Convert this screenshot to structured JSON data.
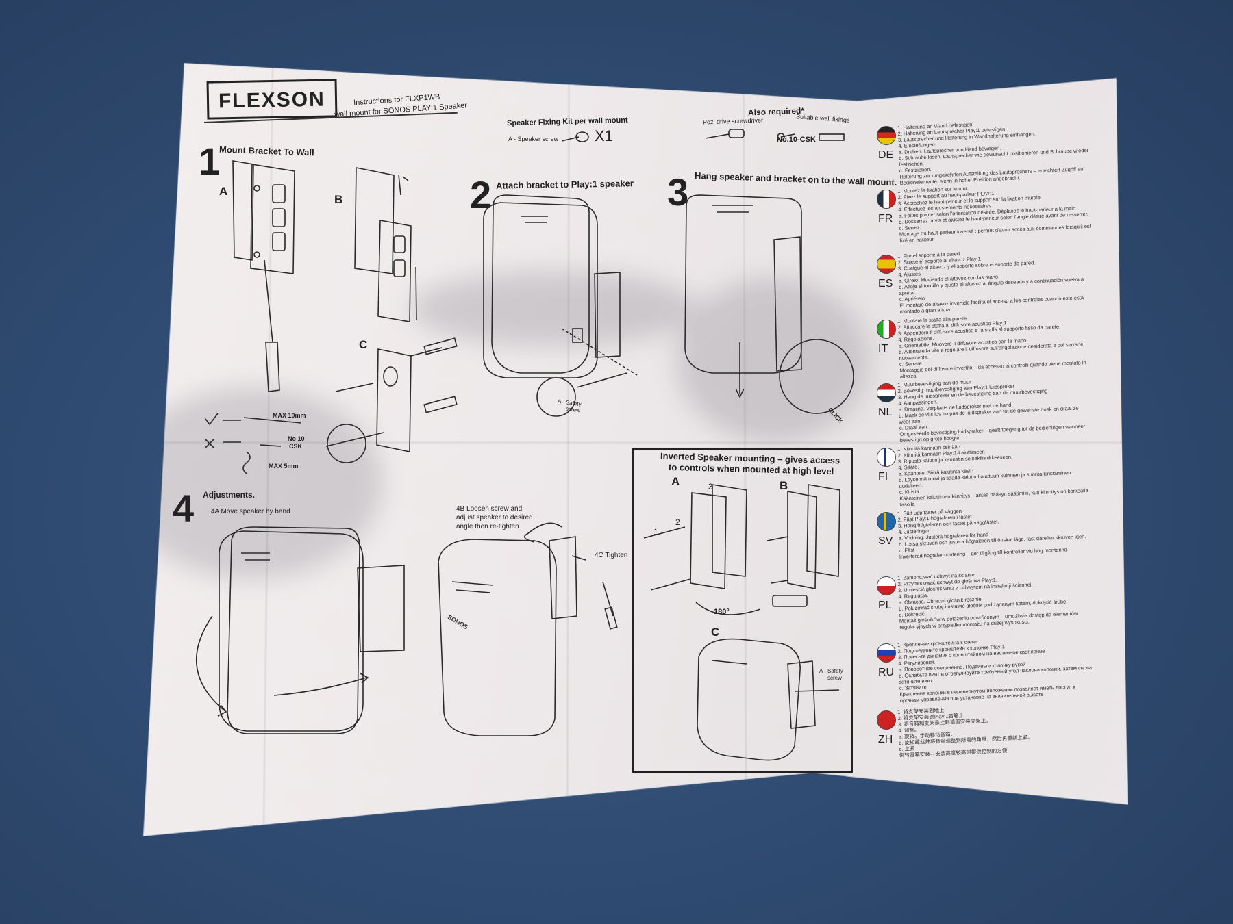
{
  "header": {
    "logo": "FLEXSON",
    "instructions_line1": "Instructions for FLXP1WB",
    "instructions_line2": "wall mount for SONOS PLAY:1 Speaker"
  },
  "kit": {
    "title": "Speaker Fixing Kit per wall mount",
    "item": "A - Speaker screw",
    "qty": "X1"
  },
  "also_required": {
    "title": "Also required*",
    "tool1": "Pozi drive screwdriver",
    "tool2": "Suitable wall fixings",
    "tool3": "No.10-CSK"
  },
  "steps": {
    "s1": {
      "num": "1",
      "title": "Mount Bracket To Wall",
      "a": "A",
      "b": "B",
      "c": "C",
      "max10": "MAX 10mm",
      "no10": "No 10",
      "csk": "CSK",
      "max5": "MAX 5mm"
    },
    "s2": {
      "num": "2",
      "title": "Attach bracket to Play:1 speaker",
      "safety1": "A - Safety",
      "safety2": "screw"
    },
    "s3": {
      "num": "3",
      "title": "Hang speaker and bracket on to the wall mount.",
      "click": "CLICK"
    },
    "s4": {
      "num": "4",
      "title": "Adjustments.",
      "a": "4A Move speaker by hand",
      "b1": "4B Loosen screw and",
      "b2": "adjust speaker to desired",
      "b3": "angle then re-tighten.",
      "c": "4C Tighten",
      "brand": "SONOS"
    }
  },
  "inverted": {
    "title1": "Inverted Speaker mounting – gives access",
    "title2": "to controls when mounted at high level",
    "a": "A",
    "b": "B",
    "c": "C",
    "deg": "180°",
    "n1": "1",
    "n2": "2",
    "n3": "3",
    "safety1": "A - Safety",
    "safety2": "screw"
  },
  "languages": [
    {
      "code": "DE",
      "lines": "1. Halterung an Wand befestigen.\n2. Halterung an Lautsprecher Play:1 befestigen.\n3. Lautsprecher und Halterung in Wandhalterung einhängen.\n4. Einstellungen\na. Drehen. Lautsprecher von Hand bewegen.\nb. Schraube lösen, Lautsprecher wie gewünscht positionieren und Schraube wieder\nfestziehen.\nc. Festziehen.\nHalterung zur umgekehrten Aufstellung des Lautsprechers – erleichtert Zugriff auf\nBedienelemente, wenn in hoher Position angebracht."
    },
    {
      "code": "FR",
      "lines": "1. Montez la fixation sur le mur.\n2. Fixez le support au haut-parleur PLAY:1.\n3. Accrochez le haut-parleur et le support sur la fixation murale\n4. Effectuez les ajustements nécessaires.\na. Faites pivoter selon l'orientation désirée. Déplacez le haut-parleur à la main\nb. Desserrez la vis et ajustez le haut-parleur selon l'angle désiré avant de resserrer.\nc. Serrez.\nMontage du haut-parleur inversé : permet d'avoir accès aux commandes lorsqu'il est\nfixé en hauteur"
    },
    {
      "code": "ES",
      "lines": "1. Fije el soporte a la pared\n2. Sujete el soporte al altavoz Play:1\n3. Cuelgue el altavoz y el soporte sobre el soporte de pared.\n4. Ajustes\na. Girelo: Moviendo el altavoz con las mano.\nb. Afloje el tornillo y ajuste el altavoz al ángulo deseado y a continuación vuelva a\napretar.\nc. Apriételo\nEl montaje de altavoz invertido facilita el acceso a los controles cuando este está\nmontado a gran altura"
    },
    {
      "code": "IT",
      "lines": "1. Montare la staffa alla parete\n2. Attaccare la staffa al diffusore acustico Play:1\n3. Appendere il diffusore acustico e la staffa al supporto fisso da parete.\n4. Regolazione.\na. Orientabile. Muovere il diffusore acustico con la mano\nb. Allentare la vite e regolare il diffusore sull'angolazione desiderata e poi serrarle\nnuovamente.\nc. Serrare\nMontaggio del diffusore invertito – dà accesso ai controlli quando viene montato in\naltezza"
    },
    {
      "code": "NL",
      "lines": "1. Muurbevestiging aan de muur\n2. Bevestig muurbevestiging aan Play:1 luidspreker\n3. Hang de luidspreker en de bevestiging aan de muurbevestiging\n4. Aanpassingen.\na. Draaiing. Verplaats de luidspreker met de hand\nb. Maak de vijs los en pas de luidspreker aan tot de gewenste hoek en draai ze\nweer aan.\nc. Draai aan\nOmgekeerde bevestiging luidspreker – geeft toegang tot de bedieningen wanneer\nbevestigd op grote hoogte"
    },
    {
      "code": "FI",
      "lines": "1. Kiinnitä kannatin seinään\n2. Kiinnitä kannatin Play:1-kaiuttimeen\n3. Ripusta kaiutin ja kannatin seinäkiinnikkeeseen.\n4. Säätö.\na. Kääntele. Siirrä kaiutinta käsin\nb. Löysennä ruuvi ja säädä kaiutin haluttuun kulmaan ja suorita kiristäminen\nuudelleen.\nc. Kiristä\nKäänteinen kaiuttimen kiinnitys – antaa pääsyn säätimiin, kun kiinnitys on korkealla\ntasolla"
    },
    {
      "code": "SV",
      "lines": "1. Sätt upp fästet på väggen\n2. Fäst Play:1-högtalaren i fästet\n3. Häng högtalaren och fästet på väggfästet.\n4. Justeringar.\na. Vridning. Justera högtalaren för hand\nb. Lossa skruven och justera högtalaren till önskat läge, fäst därefter skruven igen.\nc. Fäst\nInverterad högtalarmontering – ger tillgång till kontroller vid hög montering"
    },
    {
      "code": "PL",
      "lines": "1. Zamontować uchwyt na ścianie.\n2. Przymocować uchwyt do głośnika Play:1.\n3. Umieścić głośnik wraz z uchwytem na instalacji ściennej.\n4. Regulacja.\na. Obracać. Obracać głośnik ręcznie.\nb. Poluzować śrubę i ustawić głośnik pod żądanym kątem, dokręcić śrubę.\nc. Dokręcić.\nMontaż głośników w położeniu odwróconym – umożliwia dostęp do elementów\nregulacyjnych w przypadku montażu na dużej wysokości."
    },
    {
      "code": "RU",
      "lines": "1. Крепление кронштейна к стене\n2. Подсоедините кронштейн к колонке Play:1\n3. Повесьте динамик с кронштейном на настенное крепление\n4. Регулировки.\na. Поворотное соединение. Подвиньте колонку рукой\nb. Ослабьте винт и отрегулируйте требуемый угол наклона колонки, затем снова\nзатяните винт.\nc. Затяните\nКрепление колонки в перевернутом положении позволяет иметь доступ к\nорганам управления при установке на значительной высоте"
    },
    {
      "code": "ZH",
      "lines": "1. 将支架安装到墙上\n2. 将支架安装到Play:1音箱上\n3. 将音箱和支架悬挂到墙面安装支架上。\n4. 调整。\na. 旋转。手动移动音箱。\nb. 旋松螺丝并将音箱调整到所需的角度，然后再重新上紧。\nc. 上紧\n倒转音箱安装—安装高度较高时提供控制的方便"
    }
  ]
}
